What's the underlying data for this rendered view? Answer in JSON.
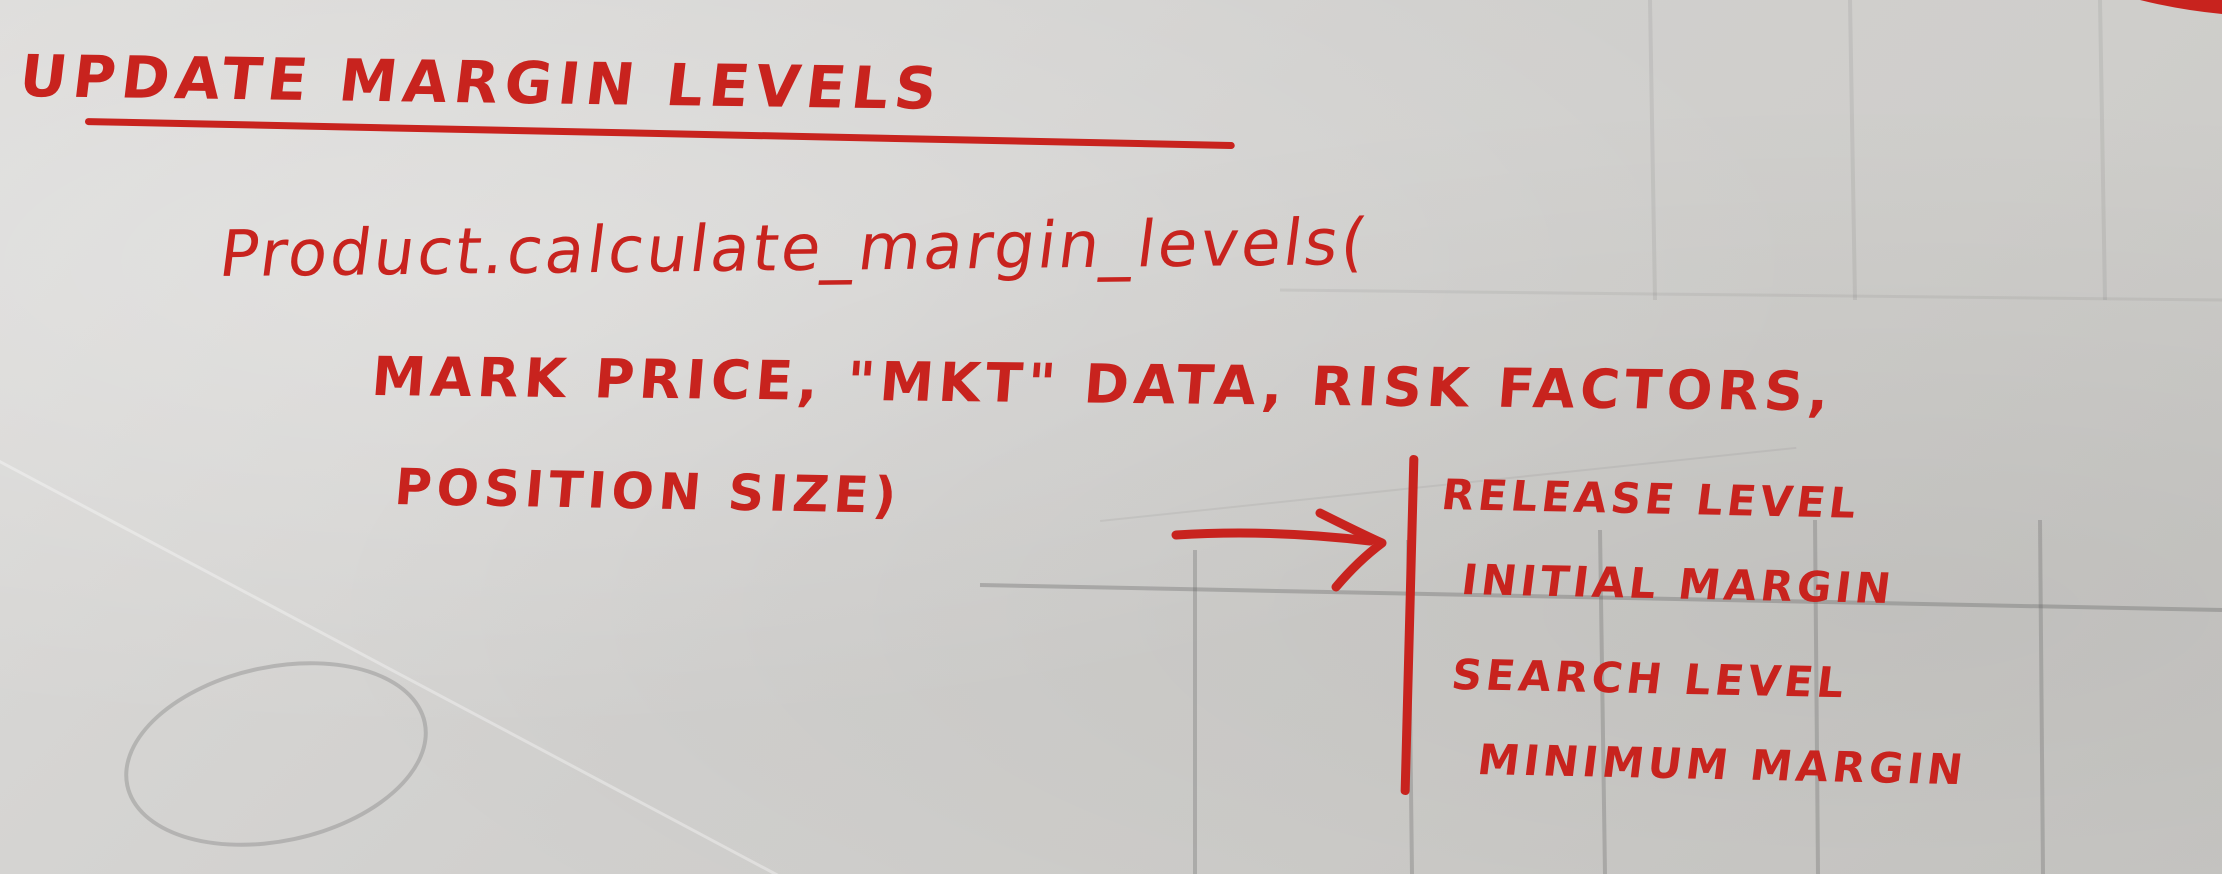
{
  "note": {
    "heading": "UPDATE MARGIN LEVELS",
    "function_call": "Product.calculate_margin_levels(",
    "arguments_line1": "MARK PRICE, \"MKT\" DATA, RISK FACTORS,",
    "arguments_line2": "POSITION SIZE)",
    "outputs": [
      "RELEASE LEVEL",
      "INITIAL MARGIN",
      "SEARCH LEVEL",
      "MINIMUM MARGIN"
    ],
    "ink_color": "#c8231e"
  }
}
